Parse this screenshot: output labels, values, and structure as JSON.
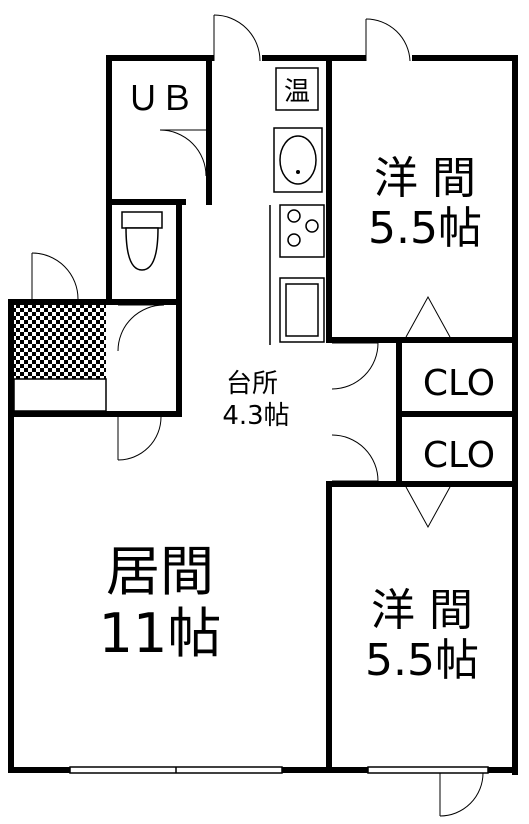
{
  "rooms": {
    "ub": {
      "label": "ＵＢ"
    },
    "water_heater": {
      "label": "温"
    },
    "bedroom_north": {
      "name": "洋 間",
      "size": "5.5帖"
    },
    "closet_upper": {
      "label": "CLO"
    },
    "closet_lower": {
      "label": "CLO"
    },
    "kitchen": {
      "name": "台所",
      "size": "4.3帖"
    },
    "living": {
      "name": "居間",
      "size": "11帖"
    },
    "bedroom_south": {
      "name": "洋 間",
      "size": "5.5帖"
    }
  },
  "colors": {
    "wall": "#000000",
    "background": "#ffffff",
    "tile_dark": "#000000",
    "tile_light": "#ffffff"
  }
}
